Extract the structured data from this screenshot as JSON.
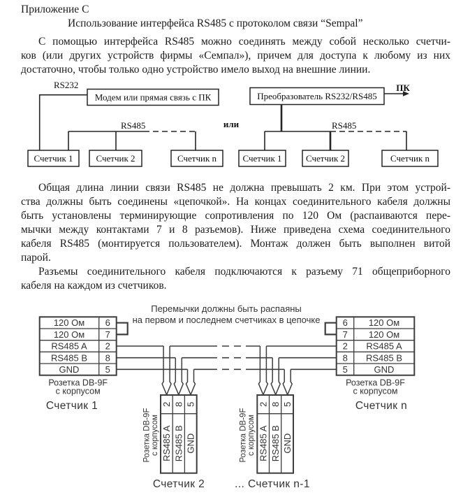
{
  "header": {
    "appendix": "Приложение С",
    "title": "Использование интерфейса RS485 с протоколом связи “Sempal”"
  },
  "paragraphs": {
    "p1": [
      "С помощью интерфейса RS485 можно соединять между собой несколько счетчи-",
      "ков (или других устройств фирмы «Семпал»), причем для доступа к любому из них",
      "достаточно, чтобы только одно устройство имело выход на внешние линии."
    ],
    "p2": [
      "Общая длина линии связи RS485 не должна превышать 2 км. При этом устрой-",
      "ства должны быть соединены «цепочкой». На концах соединительного кабеля должны",
      "быть установлены терминирующие сопротивления по 120 Ом (распаиваются пере-",
      "мычки между контактами 7 и 8 разъемов). Ниже приведена схема соединительного",
      "кабеля RS485 (монтируется пользователем). Монтаж должен быть выполнен витой",
      "парой."
    ],
    "p3": [
      "Разъемы соединительного кабеля подключаются к разъему 71 общеприборного",
      "кабеля на каждом из счетчиков."
    ]
  },
  "diagram1": {
    "rs232_label": "RS232",
    "modem_label": "Модем или прямая связь с ПК",
    "rs485_label": "RS485",
    "or_label": "или",
    "converter_label": "Преобразователь RS232/RS485",
    "pc_label": "ПК",
    "meter1": "Счетчик 1",
    "meter2": "Счетчик 2",
    "meter_n": "Счетчик n"
  },
  "diagram2": {
    "note1": "Перемычки должны быть распаяны",
    "note2": "на первом и последнем счетчиках в цепочке",
    "r120": "120 Ом",
    "pin6": "6",
    "pin7": "7",
    "pin2": "2",
    "pin8": "8",
    "pin5": "5",
    "sigA": "RS485 A",
    "sigB": "RS485 B",
    "gnd": "GND",
    "socket1": "Розетка DB-9F",
    "socket2": "с корпусом",
    "meter1": "Счетчик 1",
    "meter2": "Счетчик 2",
    "meter_n1": "... Счетчик n-1",
    "meter_n": "Счетчик n"
  }
}
